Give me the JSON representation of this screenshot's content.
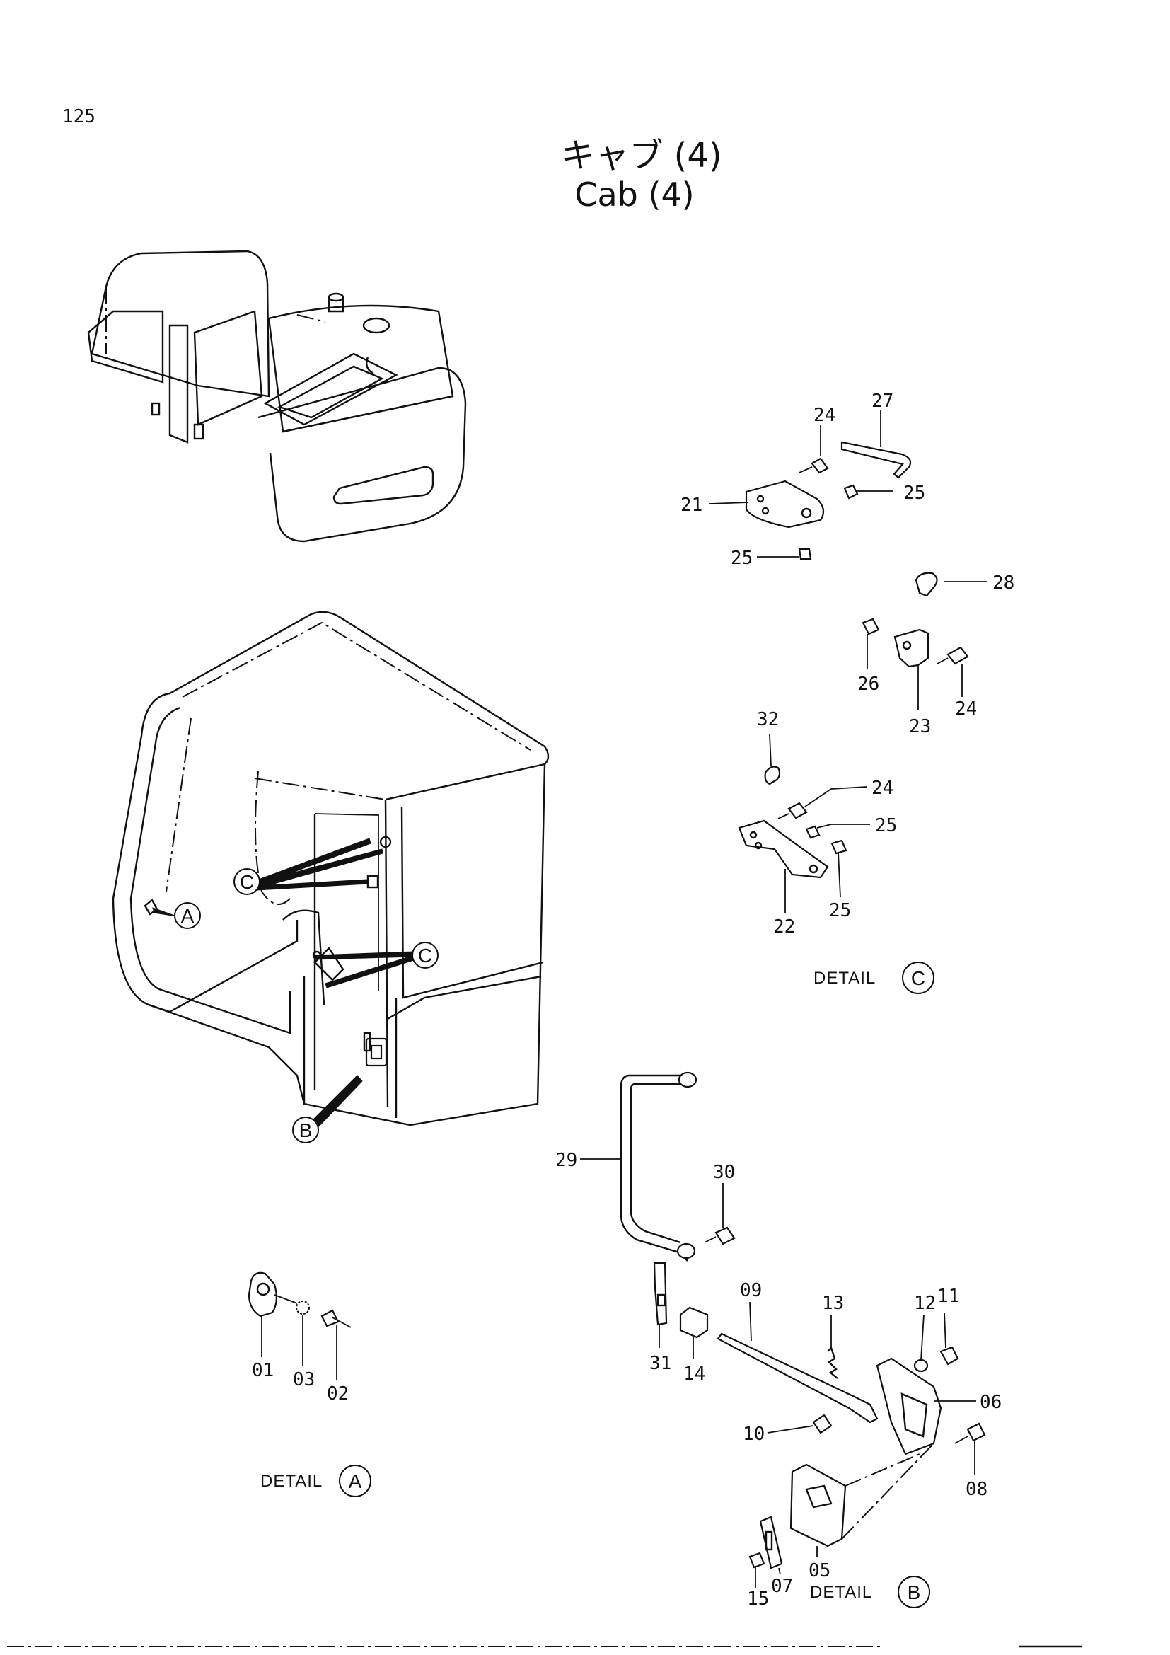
{
  "page_number": "125",
  "title_jp": "キャブ (4)",
  "title_en": "Cab (4)",
  "callouts": {
    "c1": "C",
    "c2": "C",
    "a": "A",
    "b": "B"
  },
  "details": {
    "c": {
      "label": "DETAIL",
      "letter": "C"
    },
    "a": {
      "label": "DETAIL",
      "letter": "A"
    },
    "b": {
      "label": "DETAIL",
      "letter": "B"
    }
  },
  "parts": {
    "p24a": "24",
    "p27": "27",
    "p21": "21",
    "p25a": "25",
    "p25b": "25",
    "p28": "28",
    "p26": "26",
    "p24b": "24",
    "p23": "23",
    "p32": "32",
    "p24c": "24",
    "p25c": "25",
    "p25d": "25",
    "p22": "22",
    "p29": "29",
    "p30": "30",
    "p09": "09",
    "p13": "13",
    "p12": "12",
    "p11": "11",
    "p31": "31",
    "p14": "14",
    "p06": "06",
    "p10": "10",
    "p08": "08",
    "p05": "05",
    "p07": "07",
    "p15": "15",
    "p01": "01",
    "p03": "03",
    "p02": "02"
  }
}
